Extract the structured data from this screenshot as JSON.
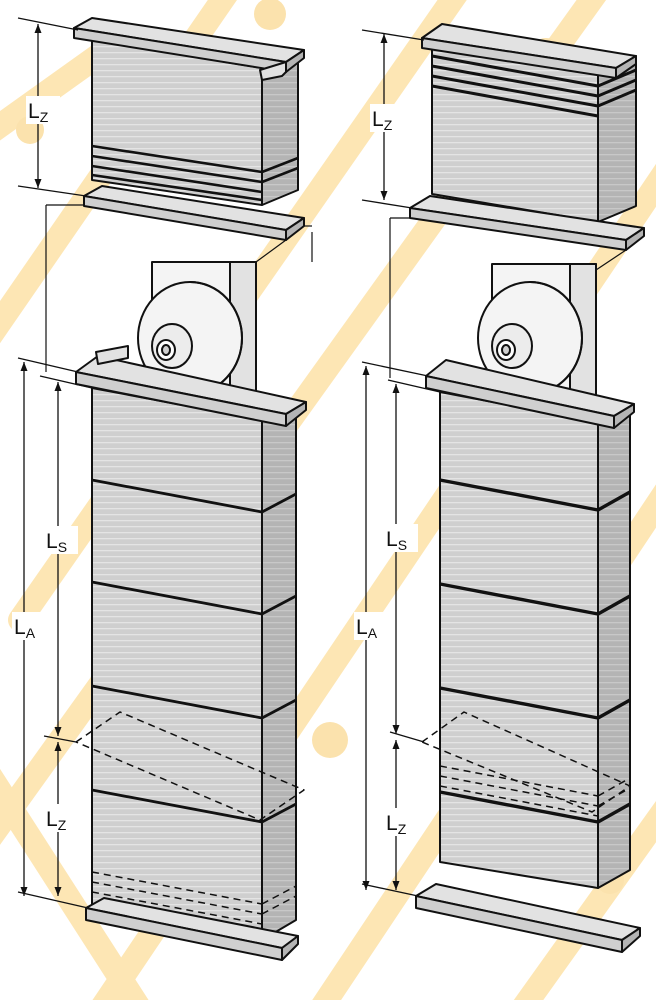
{
  "labels": {
    "lz_main": "L",
    "lz_sub": "Z",
    "ls_main": "L",
    "ls_sub": "S",
    "la_main": "L",
    "la_sub": "A"
  },
  "colors": {
    "background": "#ffffff",
    "watermark": "#fde6b4",
    "watermark_dot": "#fbe2ad",
    "bellows_fill": "#cfcfcf",
    "bellows_side": "#b4b4b4",
    "bellows_stripe": "#e4e4e4",
    "bellows_top": "#e2e2e2",
    "line": "#111111",
    "motor_fill": "#f4f4f4"
  },
  "icons": {
    "watermark": "circuit-trace-watermark",
    "motor": "motor-flange-icon",
    "dimension_arrow": "dimension-arrow-icon"
  }
}
